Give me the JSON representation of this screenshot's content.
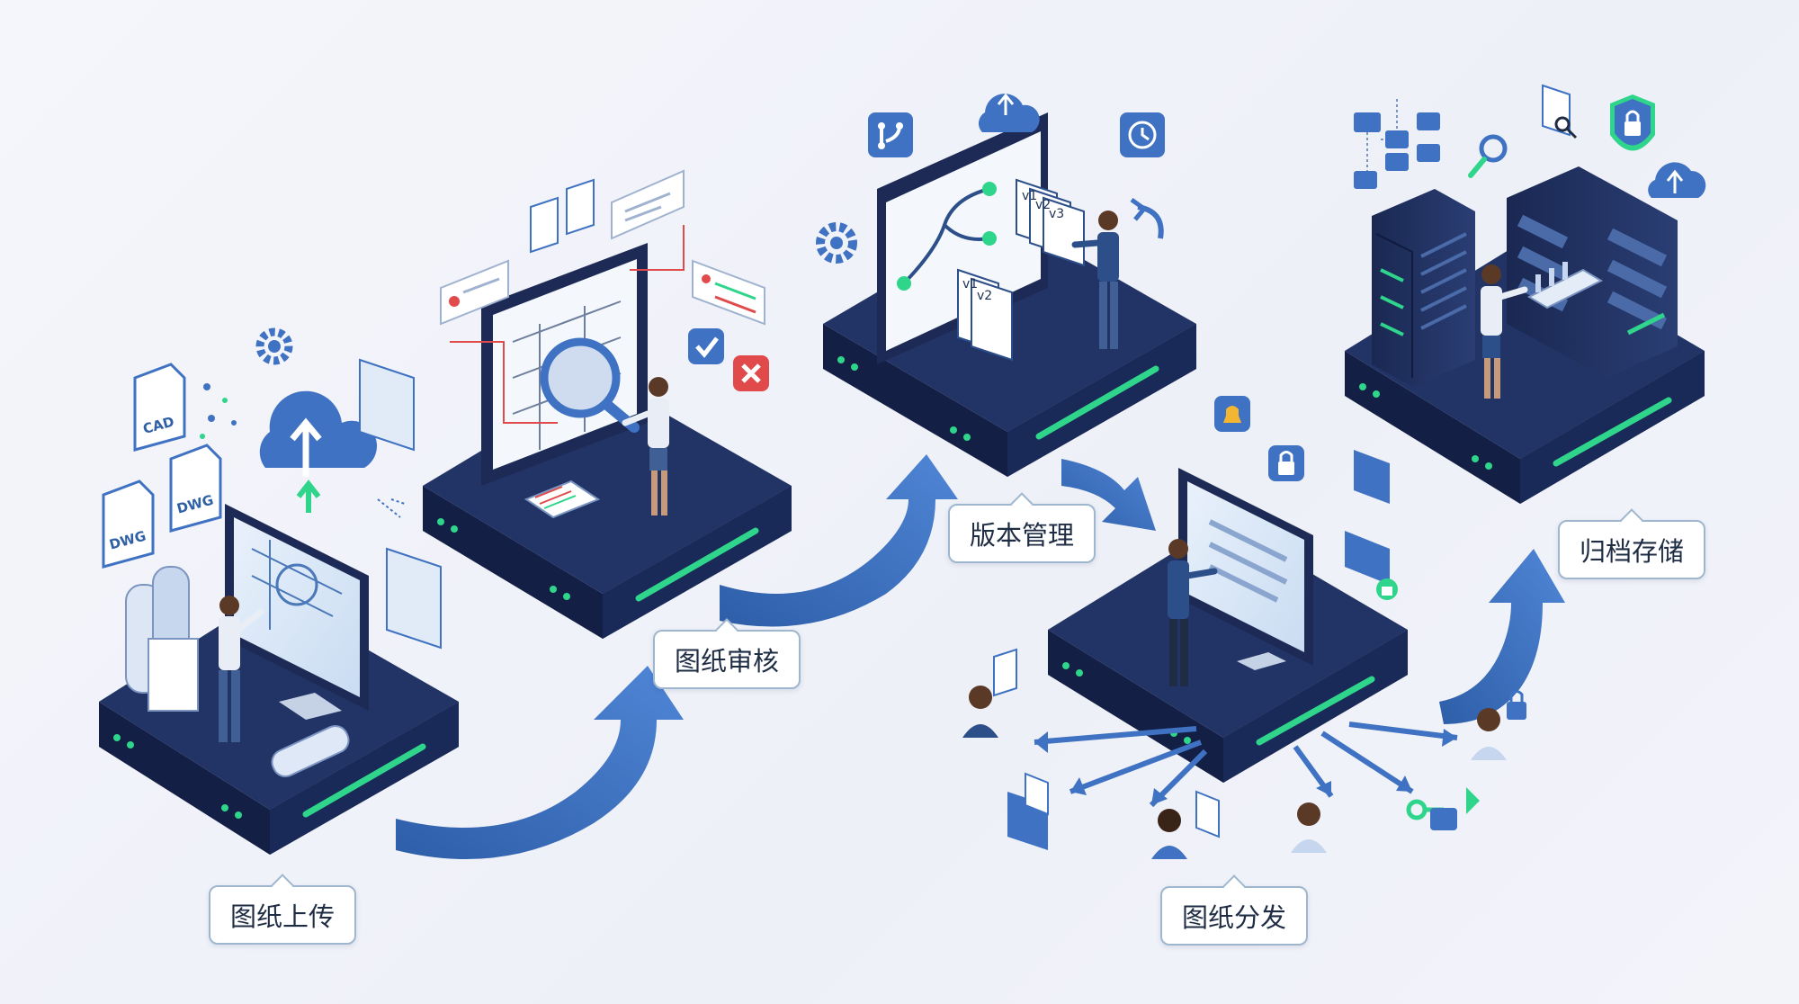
{
  "stages": [
    {
      "id": "upload",
      "label": "图纸上传"
    },
    {
      "id": "review",
      "label": "图纸审核"
    },
    {
      "id": "version",
      "label": "版本管理"
    },
    {
      "id": "distribute",
      "label": "图纸分发"
    },
    {
      "id": "archive",
      "label": "归档存储"
    }
  ],
  "upload_icons": {
    "cad": "CAD",
    "dwg1": "DWG",
    "dwg2": "DWG"
  },
  "version_tags": [
    "v1",
    "v2",
    "v3",
    "v1",
    "v2"
  ],
  "colors": {
    "platform": "#1c2a55",
    "platform_top": "#223466",
    "accent_green": "#2fd58a",
    "arrow_blue": "#3f72c2",
    "icon_blue": "#3a6fb8",
    "reject_red": "#e14a4a"
  }
}
